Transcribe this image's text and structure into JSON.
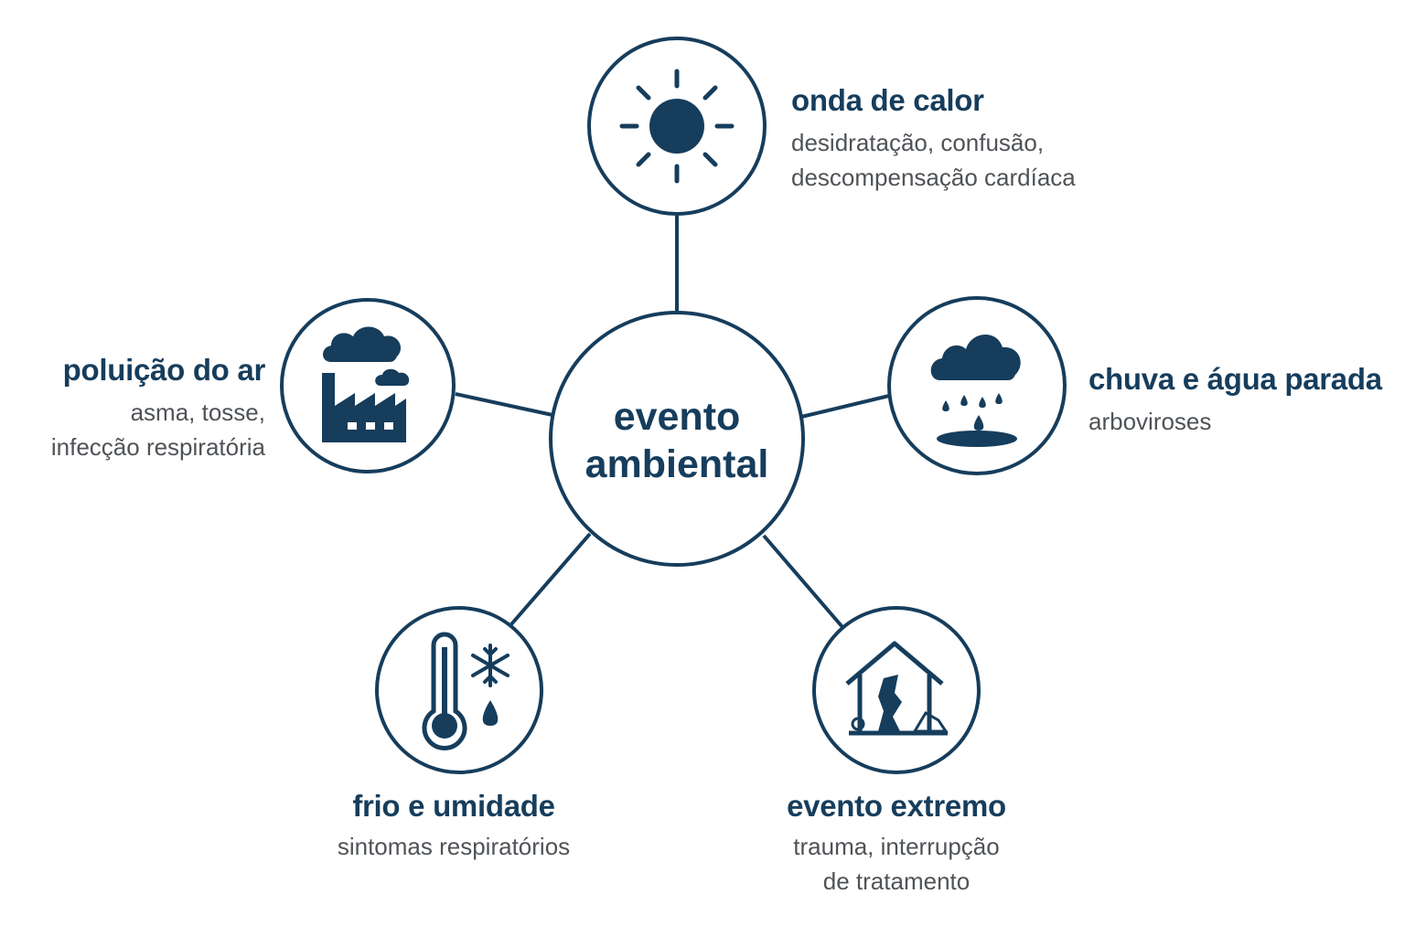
{
  "center": {
    "line1": "evento",
    "line2": "ambiental"
  },
  "colors": {
    "primary": "#163d5c",
    "text_secondary": "#4f5357",
    "background": "#ffffff"
  },
  "nodes": [
    {
      "id": "heat",
      "icon": "sun-icon",
      "title": "onda de calor",
      "desc": [
        "desidratação, confusão,",
        "descompensação cardíaca"
      ]
    },
    {
      "id": "rain",
      "icon": "rain-cloud-icon",
      "title": "chuva e água parada",
      "desc": [
        "arboviroses"
      ]
    },
    {
      "id": "extreme",
      "icon": "damaged-house-icon",
      "title": "evento extremo",
      "desc": [
        "trauma, interrupção",
        "de tratamento"
      ]
    },
    {
      "id": "cold",
      "icon": "thermometer-snowflake-icon",
      "title": "frio e umidade",
      "desc": [
        "sintomas respiratórios"
      ]
    },
    {
      "id": "pollution",
      "icon": "factory-smoke-icon",
      "title": "poluição do ar",
      "desc": [
        "asma, tosse,",
        "infecção respiratória"
      ]
    }
  ]
}
